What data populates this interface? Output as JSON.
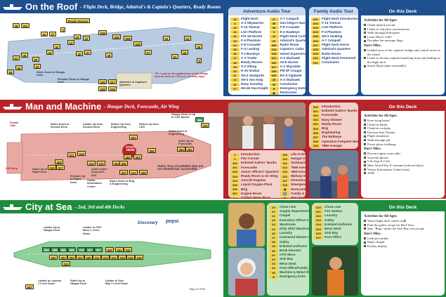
{
  "colors": {
    "roof": "#1e4f8e",
    "machine": "#b7242a",
    "sea": "#1f8b3c",
    "number": "#f4d03f"
  },
  "roof": {
    "title": "On the Roof",
    "subtitle": "- Flight Deck, Bridge, Admiral's & Captain's Quarters, Ready Rooms",
    "map_tags": [
      "38",
      "321",
      "46",
      "47",
      "3",
      "Ready Rooms",
      "20",
      "32",
      "318",
      "326",
      "308",
      "329",
      "43",
      "22",
      "49",
      "14",
      "45",
      "44",
      "40",
      "37",
      "48",
      "27",
      "41",
      "42",
      "21",
      "46",
      "55",
      "33",
      "60",
      "59",
      "9",
      "326",
      "327",
      "328",
      "315"
    ],
    "labels": {
      "stairs_hangar": "Stairs Down to Hangar Deck",
      "elevator_hangar": "Elevator Down to Hangar Deck",
      "tip": "TIP: Look for the guided tour of the bridge area as early as 3:30 p.m. on busy days.",
      "admirals": "Admiral's & Captain's Quarters"
    },
    "adventure": {
      "title": "Adventure Audio Tour",
      "col1": [
        {
          "n": "33",
          "t": "Flight Deck"
        },
        {
          "n": "3",
          "t": "A-3 Skywarrior"
        },
        {
          "n": "40",
          "t": "F-14 Tomcat"
        },
        {
          "n": "41",
          "t": "LSO Platform"
        },
        {
          "n": "42",
          "t": "F/A-18 Hornet"
        },
        {
          "n": "43",
          "t": "F-4 Phantom"
        },
        {
          "n": "44",
          "t": "F-8 Crusader"
        },
        {
          "n": "45",
          "t": "F-4 Landing"
        },
        {
          "n": "46",
          "t": "T-2 Buckeye"
        },
        {
          "n": "47",
          "t": "C-1 Trader"
        },
        {
          "n": "48",
          "t": "Ready Rooms"
        },
        {
          "n": "49",
          "t": "S-3 Viking"
        },
        {
          "n": "20",
          "t": "H-34 Seabat"
        },
        {
          "n": "21",
          "t": "SH-2 SeaSprite"
        },
        {
          "n": "22",
          "t": "SH-3 Sea King"
        },
        {
          "n": "32",
          "t": "Huey Gunship"
        },
        {
          "n": "37",
          "t": "HH-46 Sea Knight"
        }
      ],
      "col2": [
        {
          "n": "27",
          "t": "A-7 Catapult"
        },
        {
          "n": "55",
          "t": "San Diego's Navy"
        },
        {
          "n": "59",
          "t": "F-8 Crusader"
        },
        {
          "n": "9",
          "t": "E-2 Hawkeye"
        },
        {
          "n": "14",
          "t": "Flight Deck Control"
        },
        {
          "n": "60",
          "t": "Admiral's Quarters"
        },
        {
          "n": "308",
          "t": "Radio Room"
        },
        {
          "n": "315",
          "t": "Captain's Cabin"
        },
        {
          "n": "318",
          "t": "Island Superstructure"
        },
        {
          "n": "321",
          "t": "A-4 Skyhawk"
        },
        {
          "n": "326",
          "t": "AV-8 Harrier"
        },
        {
          "n": "327",
          "t": "A-1 Skyraider"
        },
        {
          "n": "328",
          "t": "FM-2P Cougar"
        },
        {
          "n": "329",
          "t": "RA-5 Vigilante"
        },
        {
          "n": "38",
          "t": "A-4 Skyhawk"
        },
        {
          "n": "39",
          "t": "Conclusion"
        },
        {
          "n": "★",
          "t": "Emergency Exits"
        },
        {
          "n": "◉",
          "t": "Restrooms"
        }
      ]
    },
    "family": {
      "title": "Family Audio Tour",
      "items": [
        {
          "n": "601",
          "t": "Flight Deck Introduction"
        },
        {
          "n": "602",
          "t": "F-14 Tomcat"
        },
        {
          "n": "603",
          "t": "LSO Platform"
        },
        {
          "n": "604",
          "t": "F-4 Phantom"
        },
        {
          "n": "605",
          "t": "SH-3 Seaking"
        },
        {
          "n": "606",
          "t": "A-7 Catapult"
        },
        {
          "n": "607",
          "t": "Flight Deck Horns"
        },
        {
          "n": "608",
          "t": "Admiral's Quarters"
        },
        {
          "n": "609",
          "t": "Radio Room"
        },
        {
          "n": "610",
          "t": "Flight Deck Personnel"
        },
        {
          "n": "611",
          "t": "Conclusion"
        }
      ]
    },
    "info": {
      "title": "On this Deck",
      "ages_h": "Activities for All Ages:",
      "ages": [
        "Climb aboard aircraft",
        "Listen to real pilot conversations",
        "Walk through helicopters",
        "Learn Morse code!",
        "Decipher the message flags"
      ],
      "miss_h": "Don't Miss:",
      "miss": [
        "Guided tours of the captain's bridge and control tower in the island",
        "Listen to docents explain launching from and landing on the flight deck",
        "Snack Shop (open seasonally)"
      ]
    }
  },
  "machine": {
    "title": "Man and Machine",
    "subtitle": "- Hangar Deck, Forecastle, Air Wing",
    "map_tags": [
      "305",
      "316",
      "301",
      "304",
      "303",
      "300",
      "302",
      "306",
      "304",
      "305",
      "311",
      "310",
      "309",
      "319",
      "317",
      "313",
      "312",
      "307",
      "312",
      "308"
    ],
    "labels": {
      "fantail": "Fantail Cafe",
      "gift": "Gift Shop",
      "stairs_flight": "Stairs Up to Flight Deck",
      "elevator_flight": "Elevator Up to Flight Deck",
      "stairs_second": "Stairs Down to Second Deck",
      "ladder_second": "Ladder Up from Second Deck",
      "return_engineering": "Return Up from Engineering",
      "return_cas": "Return Up from CAS",
      "stairs_engineering": "Stairs Down to Engineering",
      "hangar_cas": "Hangar Deck or Up to CAS Sports",
      "start": "START HERE",
      "audio_guide": "Audio Guide Drop-off & Exit",
      "visitor": "Visitor Information Center",
      "stairs_brig": "Stairs Down to Brig & Engineering",
      "video_tour": "Video Tour of exhibits that are not wheelchair accessible",
      "stairs_forecastle": "Stairs Up to Forecastle"
    },
    "adventure": {
      "col1": [
        {
          "n": "1",
          "t": "Introduction"
        },
        {
          "n": "2",
          "t": "F4U Corsair"
        },
        {
          "n": "300",
          "t": "Enlisted Sailors' Bunks"
        },
        {
          "n": "301",
          "t": "Forecastle"
        },
        {
          "n": "302",
          "t": "Junior Officers' Quarters"
        },
        {
          "n": "303",
          "t": "Ready Room & Air Wing"
        },
        {
          "n": "304",
          "t": "Aircraft Engines"
        },
        {
          "n": "305",
          "t": "Liquid Oxygen Plant"
        },
        {
          "n": "306",
          "t": "Brig"
        },
        {
          "n": "307",
          "t": "Engine Room"
        },
        {
          "n": "308",
          "t": "Chilled Water Plant"
        }
      ],
      "col2": [
        {
          "n": "309",
          "t": "Life in Engineering"
        },
        {
          "n": "310",
          "t": "Hangar Deck"
        },
        {
          "n": "311",
          "t": "Sickbay/Sorting"
        },
        {
          "n": "312",
          "t": "TBM Avenger"
        },
        {
          "n": "313",
          "t": "SBD Dauntless"
        },
        {
          "n": "316",
          "t": "Midway Model"
        },
        {
          "n": "317",
          "t": "Directions to Flight Deck"
        },
        {
          "n": "319",
          "t": "Emergency Exits"
        },
        {
          "n": "◉",
          "t": "Restrooms"
        },
        {
          "n": "♿",
          "t": "Family & Accessible Restrooms"
        },
        {
          "n": "⇅",
          "t": "Elevator"
        }
      ]
    },
    "family": {
      "items": [
        {
          "n": "500",
          "t": "Introduction"
        },
        {
          "n": "501",
          "t": "Enlisted Sailors' Bunks"
        },
        {
          "n": "502",
          "t": "Forecastle"
        },
        {
          "n": "503",
          "t": "Navy Shower"
        },
        {
          "n": "504",
          "t": "Ready Room"
        },
        {
          "n": "505",
          "t": "Brig"
        },
        {
          "n": "506",
          "t": "Engineering"
        },
        {
          "n": "507",
          "t": "The Bullseye"
        },
        {
          "n": "508",
          "t": "Operation Frequent Wind"
        },
        {
          "n": "509",
          "t": "TBM Avenger"
        }
      ]
    },
    "info": {
      "title": "On this Deck",
      "ages_h": "Activities for All Ages:",
      "ages": [
        "Knot-tying board",
        "Climb-in bunks",
        "Climb-in cockpits",
        "Ejection Seat Theater",
        "Flight simulators",
        "Walk-through jail",
        "Power plant challenge"
      ],
      "miss_h": "Don't Miss:",
      "miss": [
        "Docent engine room talks",
        "Souvenir photos",
        "Gift shop & Café",
        "Meet World War II veterans (selected days)",
        "Visitor Information Center (exit)",
        "ATM"
      ]
    }
  },
  "sea": {
    "title": "City at Sea",
    "subtitle": "- 2nd, 3rd and 4th Decks",
    "sponsor1": "Discovery",
    "sponsor2": "pepsi",
    "map_tags": [
      "304",
      "305",
      "306",
      "308",
      "319",
      "317",
      "327",
      "300",
      "301",
      "302",
      "303",
      "309",
      "311",
      "313",
      "314",
      "315",
      "316",
      "318",
      "320",
      "321",
      "312",
      "310",
      "307"
    ],
    "labels": {
      "ladder_hangar": "Ladder Up to Hangar Deck",
      "ladder_cpo": "Ladder to CPO Mess 1 Level Down",
      "ladder_laundry": "Ladder to Laundry 1 Level Down",
      "stairs_hangar": "Stairs Up to Hangar Deck",
      "ladder_sick": "Ladder to Sick Bay 1 Level Down",
      "date": "May 22 2009"
    },
    "adventure": {
      "items": [
        {
          "n": "40",
          "t": "Chow Line"
        },
        {
          "n": "41",
          "t": "Supply Department"
        },
        {
          "n": "42",
          "t": "Chapel"
        },
        {
          "n": "43",
          "t": "Executive Officer's Quarters"
        },
        {
          "n": "44",
          "t": "Wardroom"
        },
        {
          "n": "45",
          "t": "Dirty Shirt Wardroom"
        },
        {
          "n": "46",
          "t": "Laundry"
        },
        {
          "n": "47",
          "t": "Command Master Chief"
        },
        {
          "n": "48",
          "t": "Galley"
        },
        {
          "n": "49",
          "t": "Enlisted Uniforms"
        },
        {
          "n": "50",
          "t": "Bunk Elevator"
        },
        {
          "n": "51",
          "t": "CPO Mess"
        },
        {
          "n": "52",
          "t": "Sick Bay"
        },
        {
          "n": "53",
          "t": "Mess Deck"
        },
        {
          "n": "54",
          "t": "Post Office/Family Separation"
        },
        {
          "n": "55",
          "t": "Machine & Metal Shops"
        },
        {
          "n": "★",
          "t": "Emergency Exits"
        }
      ]
    },
    "family": {
      "items": [
        {
          "n": "620",
          "t": "Chow Line"
        },
        {
          "n": "621",
          "t": "Fire Station"
        },
        {
          "n": "622",
          "t": "Laundry"
        },
        {
          "n": "623",
          "t": "Galley"
        },
        {
          "n": "624",
          "t": "Enlisted Uniforms"
        },
        {
          "n": "625",
          "t": "Mess Deck"
        },
        {
          "n": "626",
          "t": "Sick Bay"
        },
        {
          "n": "627",
          "t": "Post Office"
        }
      ]
    },
    "info": {
      "title": "On this Deck",
      "ages_h": "Activities for All Ages:",
      "ages": [
        "Watch flight deck videos at ⊠",
        "Find the galley recipe for Beef Stew",
        "Spot \"Bugs\" under the Sick Bay microscope"
      ],
      "miss_h": "Don't Miss:",
      "miss": [
        "Uniform exhibit",
        "Ship's chapel",
        "Payday display"
      ]
    }
  }
}
